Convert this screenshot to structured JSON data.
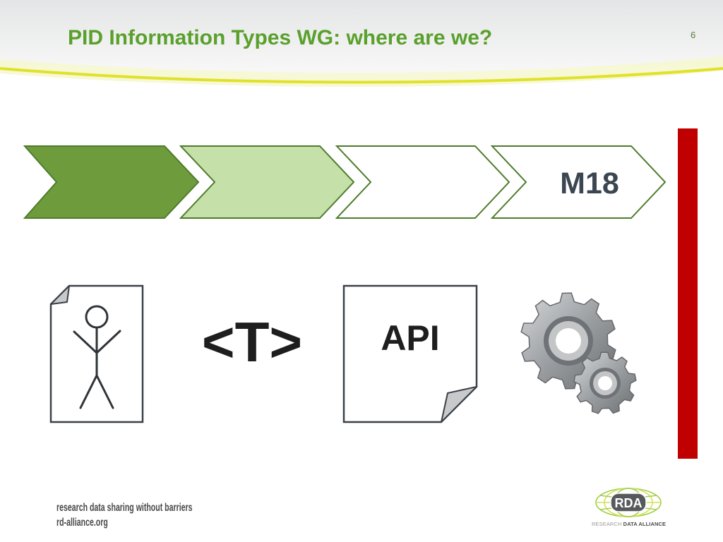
{
  "slide": {
    "title": "PID Information Types WG: where are we?",
    "page_number": "6"
  },
  "timeline": {
    "chevrons": [
      {
        "fill": "#6e9c3c"
      },
      {
        "fill": "#c6e0aa"
      },
      {
        "fill": "#ffffff"
      },
      {
        "fill": "#ffffff"
      }
    ],
    "milestone_label": "M18"
  },
  "icons": {
    "person_document": "person-document-icon",
    "type_template_symbol": "<T>",
    "api_document_label": "API",
    "gears": "gears-icon"
  },
  "footer": {
    "tagline": "research data sharing without barriers",
    "url": "rd-alliance.org"
  },
  "logo": {
    "text": "RDA",
    "caption_light": "RESEARCH",
    "caption_bold": "DATA ALLIANCE"
  },
  "colors": {
    "title": "#5aa02c",
    "chevron_stroke": "#4e7c2b",
    "deadline_bar": "#c00000",
    "header_swoosh": "#e0e22a"
  }
}
